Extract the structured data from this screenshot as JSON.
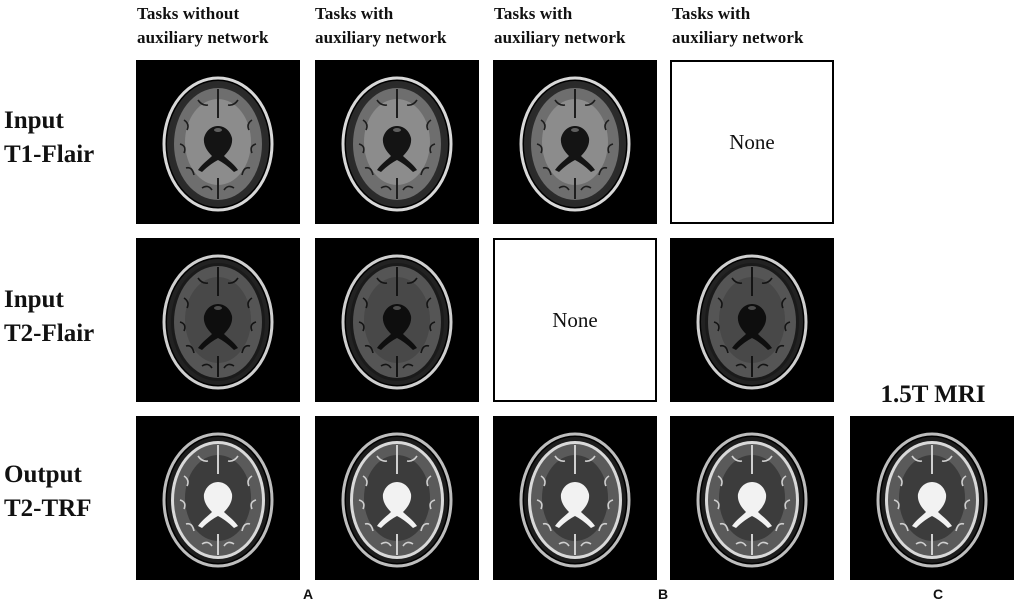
{
  "columns": [
    {
      "line1": "Tasks without",
      "line2": "auxiliary network"
    },
    {
      "line1": "Tasks with",
      "line2": "auxiliary network"
    },
    {
      "line1": "Tasks with",
      "line2": "auxiliary network"
    },
    {
      "line1": "Tasks with",
      "line2": "auxiliary network"
    }
  ],
  "rows": [
    {
      "line1": "Input",
      "line2": "T1-Flair",
      "contrast": "T1"
    },
    {
      "line1": "Input",
      "line2": "T2-Flair",
      "contrast": "FLAIR"
    },
    {
      "line1": "Output",
      "line2": "T2-TRF",
      "contrast": "T2"
    }
  ],
  "empty_cell_text": "None",
  "empty_cells": [
    {
      "row": 1,
      "column": 4
    },
    {
      "row": 2,
      "column": 3
    }
  ],
  "reference": {
    "label": "1.5T MRI",
    "contrast": "T2"
  },
  "panel_labels": [
    "A",
    "B",
    "C"
  ],
  "colors": {
    "background": "#ffffff",
    "tile_background": "#000000",
    "empty_cell_border": "#000000"
  }
}
